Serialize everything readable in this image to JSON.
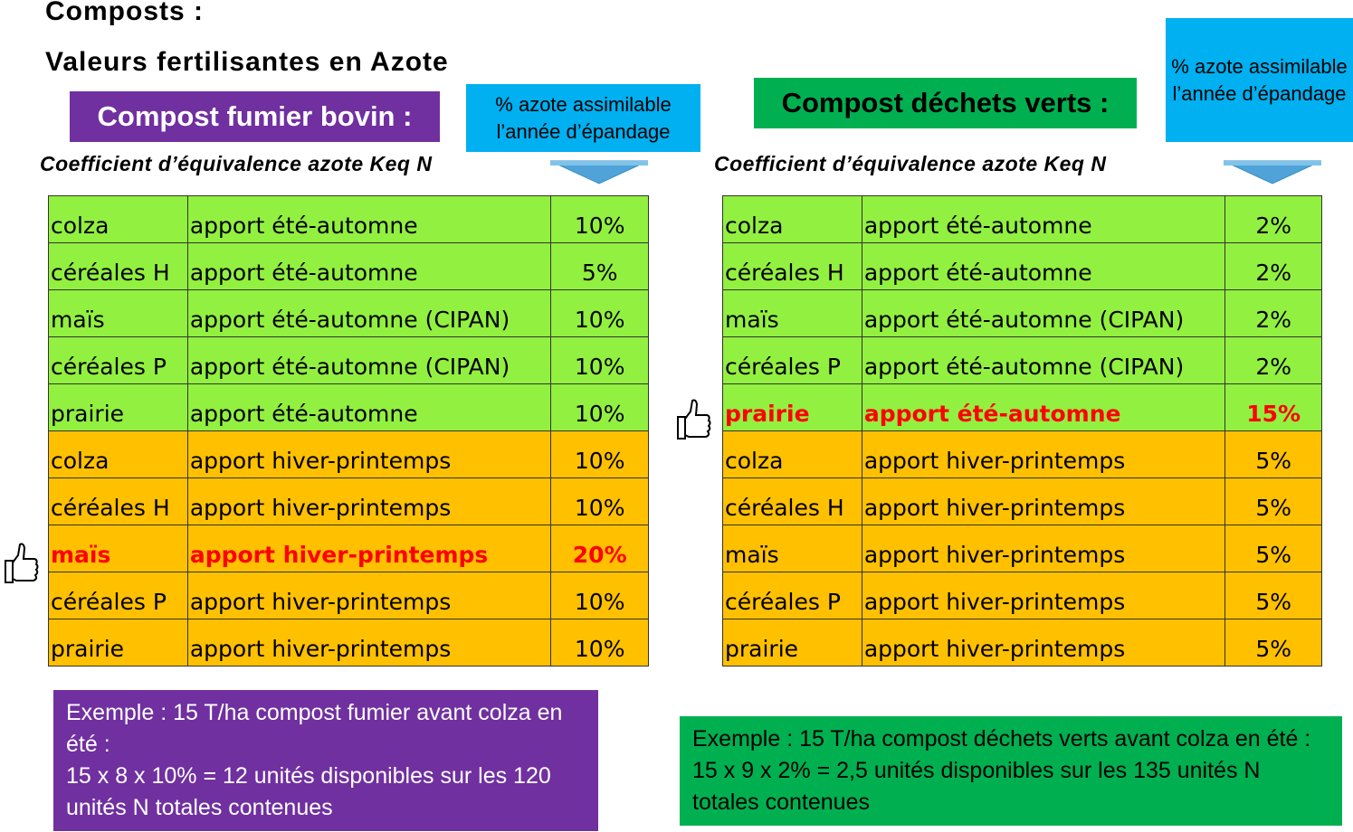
{
  "title_line1": "Composts :",
  "title_line2": "Valeurs fertilisantes en Azote",
  "left": {
    "heading": "Compost fumier bovin :",
    "heading_color": "#7030a0",
    "info_box": "% azote assimilable l’année d’épandage",
    "coef_label": "Coefficient d’équivalence  azote Keq N",
    "rows": [
      {
        "crop": "colza",
        "apport": "apport été-automne",
        "value": "10%",
        "period": "ete",
        "highlight": false
      },
      {
        "crop": "céréales H",
        "apport": "apport été-automne",
        "value": "5%",
        "period": "ete",
        "highlight": false
      },
      {
        "crop": "maïs",
        "apport": "apport été-automne (CIPAN)",
        "value": "10%",
        "period": "ete",
        "highlight": false
      },
      {
        "crop": "céréales P",
        "apport": "apport été-automne (CIPAN)",
        "value": "10%",
        "period": "ete",
        "highlight": false
      },
      {
        "crop": "prairie",
        "apport": "apport été-automne",
        "value": "10%",
        "period": "ete",
        "highlight": false
      },
      {
        "crop": "colza",
        "apport": "apport hiver-printemps",
        "value": "10%",
        "period": "hiver",
        "highlight": false
      },
      {
        "crop": "céréales H",
        "apport": "apport hiver-printemps",
        "value": "10%",
        "period": "hiver",
        "highlight": false
      },
      {
        "crop": "maïs",
        "apport": "apport hiver-printemps",
        "value": "20%",
        "period": "hiver",
        "highlight": true
      },
      {
        "crop": "céréales P",
        "apport": "apport hiver-printemps",
        "value": "10%",
        "period": "hiver",
        "highlight": false
      },
      {
        "crop": "prairie",
        "apport": "apport hiver-printemps",
        "value": "10%",
        "period": "hiver",
        "highlight": false
      }
    ],
    "example": "Exemple : 15 T/ha compost fumier avant colza en été :\n 15 x 8 x 10% = 12 unités disponibles sur les 120 unités N totales contenues"
  },
  "right": {
    "heading": "Compost déchets verts :",
    "heading_color": "#00b050",
    "info_box": "% azote assimilable l’année d’épandage",
    "coef_label": "Coefficient d’équivalence  azote Keq N",
    "rows": [
      {
        "crop": "colza",
        "apport": "apport été-automne",
        "value": "2%",
        "period": "ete",
        "highlight": false
      },
      {
        "crop": "céréales H",
        "apport": "apport été-automne",
        "value": "2%",
        "period": "ete",
        "highlight": false
      },
      {
        "crop": "maïs",
        "apport": "apport été-automne (CIPAN)",
        "value": "2%",
        "period": "ete",
        "highlight": false
      },
      {
        "crop": "céréales P",
        "apport": "apport été-automne (CIPAN)",
        "value": "2%",
        "period": "ete",
        "highlight": false
      },
      {
        "crop": "prairie",
        "apport": "apport été-automne",
        "value": "15%",
        "period": "ete",
        "highlight": true
      },
      {
        "crop": "colza",
        "apport": "apport hiver-printemps",
        "value": "5%",
        "period": "hiver",
        "highlight": false
      },
      {
        "crop": "céréales H",
        "apport": "apport hiver-printemps",
        "value": "5%",
        "period": "hiver",
        "highlight": false
      },
      {
        "crop": "maïs",
        "apport": "apport hiver-printemps",
        "value": "5%",
        "period": "hiver",
        "highlight": false
      },
      {
        "crop": "céréales P",
        "apport": "apport hiver-printemps",
        "value": "5%",
        "period": "hiver",
        "highlight": false
      },
      {
        "crop": "prairie",
        "apport": "apport hiver-printemps",
        "value": "5%",
        "period": "hiver",
        "highlight": false
      }
    ],
    "example": "Exemple : 15 T/ha compost déchets verts avant colza en été : 15 x 9 x 2% = 2,5 unités disponibles sur les 135 unités N totales contenues"
  },
  "colors": {
    "ete_row": "#92f040",
    "hiver_row": "#ffc000",
    "highlight_text": "#ff0000",
    "info_box": "#00b0f0",
    "arrow": "#4fa3d9"
  },
  "icons": {
    "highlight_marker": "thumbs-up-icon"
  }
}
